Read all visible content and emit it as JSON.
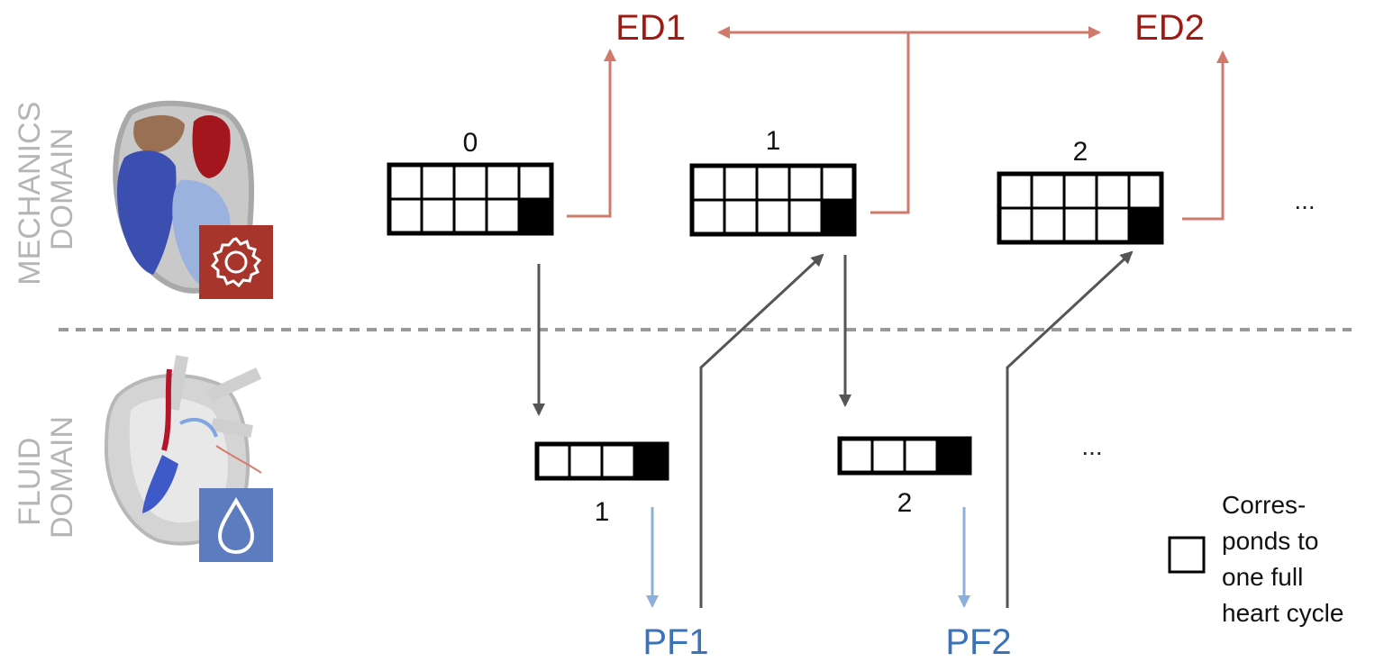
{
  "domains": {
    "mechanics": "MECHANICS\nDOMAIN",
    "fluid": "FLUID\nDOMAIN"
  },
  "mechanics_blocks": [
    {
      "label": "0",
      "cycles": 10,
      "last_filled": true
    },
    {
      "label": "1",
      "cycles": 10,
      "last_filled": true
    },
    {
      "label": "2",
      "cycles": 10,
      "last_filled": true
    }
  ],
  "fluid_blocks": [
    {
      "label": "1",
      "cycles": 4,
      "last_filled": true
    },
    {
      "label": "2",
      "cycles": 4,
      "last_filled": true
    }
  ],
  "outputs": {
    "ed1": "ED1",
    "ed2": "ED2",
    "pf1": "PF1",
    "pf2": "PF2"
  },
  "continuation": {
    "mechanics": "...",
    "fluid": "..."
  },
  "legend": {
    "lines": [
      "Corres-",
      "ponds to",
      "one full",
      "heart cycle"
    ]
  },
  "icons": {
    "mechanics": "gear-icon",
    "fluid": "droplet-icon",
    "heart_model": "heart-mesh-image",
    "fluid_model": "ventricle-flow-image"
  },
  "colors": {
    "ed_text": "#9e1b14",
    "ed_arrow": "#d07a6c",
    "pf_text": "#3c72b8",
    "pf_arrow": "#8cb0d9",
    "gray_arrow": "#555555",
    "domain_text": "#b5b5b5",
    "mechanics_badge": "#a8352b",
    "fluid_badge": "#5d7bbf",
    "divider": "#999999"
  }
}
